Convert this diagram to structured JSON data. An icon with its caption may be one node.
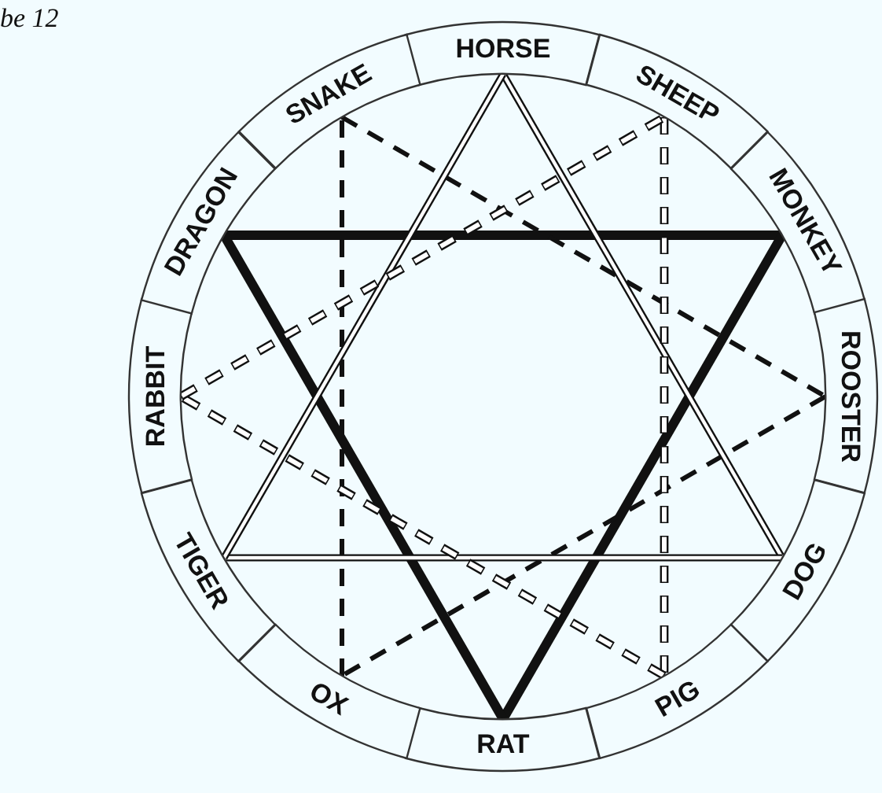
{
  "diagram": {
    "nodes": [
      {
        "text": [
          "HORSE"
        ]
      },
      {
        "text": [
          "SHEEP"
        ]
      },
      {
        "text": [
          "MONKEY"
        ]
      },
      {
        "text": [
          "ROOSTER"
        ]
      },
      {
        "text": [
          "DOG"
        ]
      },
      {
        "text": [
          "PIG"
        ]
      },
      {
        "text": [
          "RAT"
        ]
      },
      {
        "text": [
          "OX"
        ]
      },
      {
        "text": [
          "TIGER"
        ]
      },
      {
        "text": [
          "RABBIT"
        ]
      },
      {
        "text": [
          "DRAGON"
        ]
      },
      {
        "text": [
          "SNAKE"
        ]
      }
    ],
    "edges": [
      {
        "from": 10,
        "to": 2,
        "arrow": "none",
        "style": "thick"
      },
      {
        "from": 2,
        "to": 6,
        "arrow": "none",
        "style": "thick"
      },
      {
        "from": 6,
        "to": 10,
        "arrow": "none",
        "style": "thick"
      },
      {
        "from": 11,
        "to": 3,
        "arrow": "none",
        "style": "dashed"
      },
      {
        "from": 3,
        "to": 7,
        "arrow": "none",
        "style": "dashed"
      },
      {
        "from": 7,
        "to": 11,
        "arrow": "none",
        "style": "dashed"
      },
      {
        "from": 0,
        "to": 4,
        "arrow": "none",
        "color": "#ffffff"
      },
      {
        "from": 4,
        "to": 8,
        "arrow": "none",
        "color": "#ffffff"
      },
      {
        "from": 8,
        "to": 0,
        "arrow": "none",
        "color": "#ffffff"
      },
      {
        "from": 1,
        "to": 5,
        "arrow": "none",
        "style": "dashed",
        "color": "#ffffff"
      },
      {
        "from": 5,
        "to": 9,
        "arrow": "none",
        "style": "dashed",
        "color": "#ffffff"
      },
      {
        "from": 9,
        "to": 1,
        "arrow": "none",
        "style": "dashed",
        "color": "#ffffff"
      }
    ],
    "labels": [
      "be 12"
    ]
  }
}
